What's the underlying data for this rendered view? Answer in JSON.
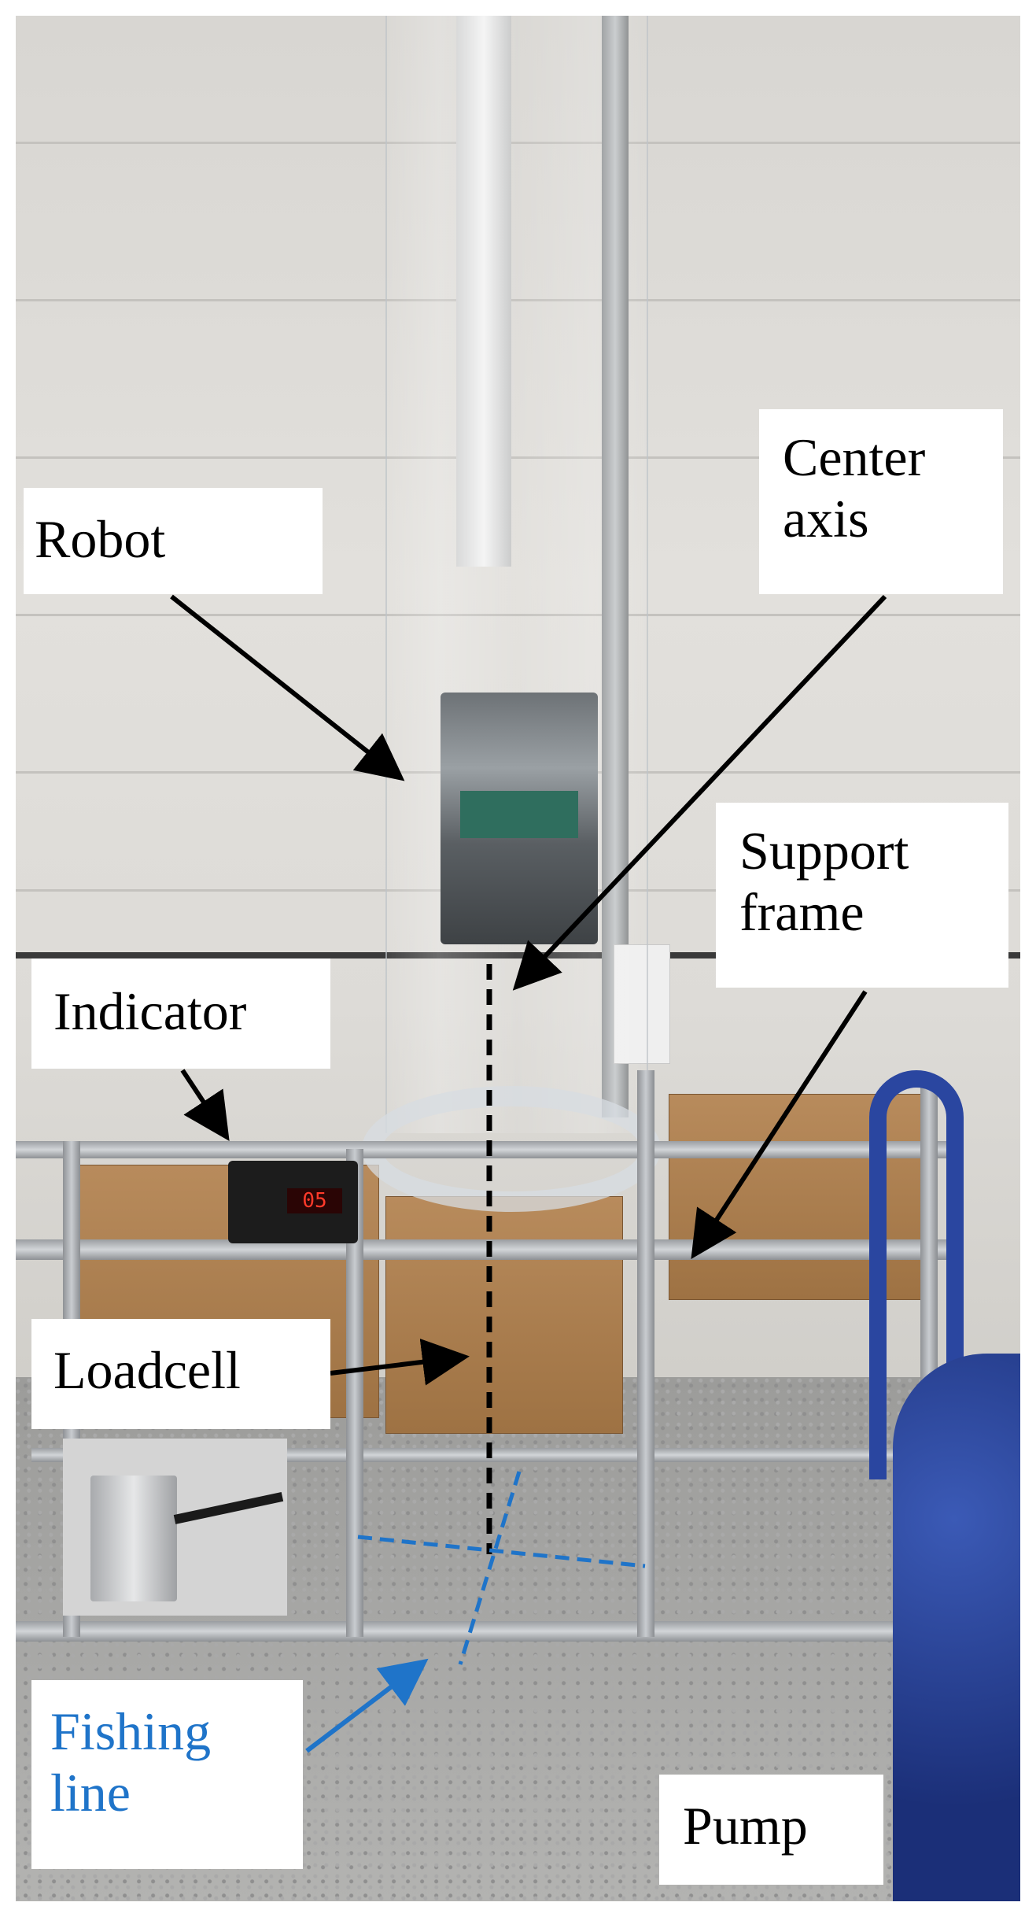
{
  "labels": {
    "robot": "Robot",
    "center_axis_line1": "Center",
    "center_axis_line2": "axis",
    "support_frame_line1": "Support",
    "support_frame_line2": "frame",
    "indicator": "Indicator",
    "loadcell": "Loadcell",
    "fishing_line_line1": "Fishing",
    "fishing_line_line2": "line",
    "pump": "Pump"
  },
  "indicator_display": "05",
  "colors": {
    "label_text": "#000000",
    "fishing_line_text": "#1f74c9",
    "fishing_line_dash": "#1f74c9",
    "center_axis_dash": "#000000",
    "arrow": "#000000",
    "fishing_arrow": "#1f74c9"
  }
}
